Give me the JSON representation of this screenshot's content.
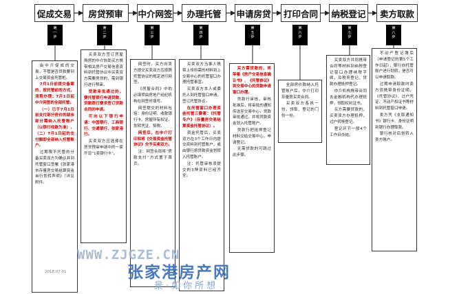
{
  "steps": [
    {
      "label": "促成交易",
      "tag": [
        "第",
        "一",
        "步"
      ]
    },
    {
      "label": "房贷预审",
      "tag": [
        "第",
        "二",
        "步"
      ]
    },
    {
      "label": "中介网签",
      "tag": [
        "第",
        "三",
        "步"
      ]
    },
    {
      "label": "办理托管",
      "tag": [
        "第",
        "四",
        "步"
      ]
    },
    {
      "label": "申请房贷",
      "tag": [
        "第",
        "五",
        "步"
      ]
    },
    {
      "label": "打印合同",
      "tag": [
        "第",
        "六",
        "步"
      ]
    },
    {
      "label": "纳税登记",
      "tag": [
        "第",
        "七",
        "步"
      ]
    },
    {
      "label": "卖方取款",
      "tag": [
        "第",
        "八",
        "步"
      ]
    }
  ],
  "columns": {
    "c1": [
      "由中介促成的交易，不管是否贷款要到上交易资金托管柜。",
      "7月1日前提交备案的，按托管前的方式，流程办理；7月1日起中介网签的全部托管。",
      "（一）已于7月1日前支付部分房价的就余部分需纳入托管账户（以银行收款为准），（二）7月1日起的支付额即全部纳入托管账户。",
      "过期限不托管的分备买卖双方为确认并到托管窗口签署《张家港市存量房交易结算资金自行划转声明》（详见附件。"
    ],
    "c2": [
      "买卖双方签订房屋购房的中介协助买方携带相关房产交易信息资料到托管协议中买卖双方需要房贷的，需到银行进行预审。",
      "贷款审批通过的，要托管银行申请贷款，贷款银行要求签订贷款合同的申请。",
      "可向以下银行申请：中国银行、工商银行、交通银行、张家港行。",
      "买卖双方应选择在房贷预审申请中的一家开设“1卖银行卡”。"
    ],
    "c3": [
      "网签时，买方向卖方提交买卖双方应按照托管协议的规定进行网签。",
      "《房屋合同》中的必填项由房地产经纪机构在网签时填写。",
      "网签提交的材料包括：身份证明、收款银行卡、房屋所有权证、划转凭证、契税。",
      "网签后，在中介打印和将《交易资金托管协议》交予买卖双方。",
      "注：网签合同将“房款支付”方式置于首页。"
    ],
    "c4": [
      "买卖双方当事人携带上传所需的材料到上交易中心的托管窗口办理托管事宜。",
      "买卖双方本人或委托人到托管窗口申请，签订托管协议。",
      "在托管窗口办理资金托管三要素：《托管专户》（存量房交易结算资金托管协议）。",
      "资金托管后，买卖双方在3个工作日内提交资料到托管账户，或由银行将贷款资金划转入托管账户。",
      "注：托管审核须提交的3种资料已经齐全。"
    ],
    "c5": [
      "买方需贷款的，将带着《房产交易信息确认书》、《托管协议》到交易中心的贷款申请窗口办理。",
      "贷款行审核，审核批准后，将审批的通知传送至交易中心，贷款审批通过，并将贷款资金划入托管账户。",
      "贷款行把抵押登记材料交给交易中心，申请登记。",
      "无需贷款的可跳过此步骤。"
    ],
    "c6": [
      "全部房价款纳入托管账户后，中介打印存量房买卖合同。",
      "买卖双方各执一份，领取、登记的门份一份。"
    ],
    "c7": [
      "买卖双方共同携带合同等材料到纳税登记窗口办理纳税手续，及税务登记，贷款办理抵押登记。",
      "中介机构携带合同去金融机构代办理抵押，领取权利证书。",
      "买方需要贷款的，买卖双方办理抵押，过户转移登记。",
      "登记环节一般4个工作日办结。"
    ],
    "c8": [
      "不动产登记簿后（申请登记的第5个工作日起），银行向托管账户进行划转，是否可以申请取款。",
      "过期申请取款时卖方须携带身份证明、《托管协议》、过户凭证、不动产权证书等材料到托管窗口申请。",
      "卖方凭《支取通知书》银行卡、身份证明到银行办理取款。",
      "银行核对后划转入卖方账户。"
    ]
  },
  "watermark": {
    "url": "WWW.ZJGZE.CN",
    "brand": "张家港房产网",
    "slogan": "景·如你所想",
    "time": "2018.07.01"
  },
  "colors": {
    "border": "#333333",
    "red_text": "#d00000",
    "watermark_blue": "#2e66b8"
  }
}
